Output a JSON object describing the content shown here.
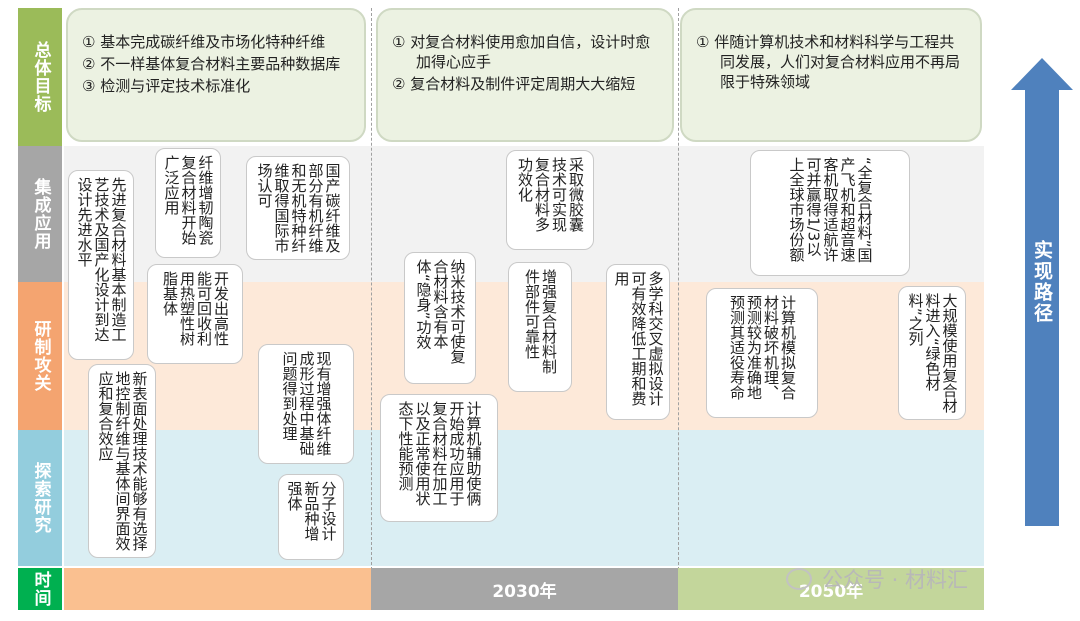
{
  "row_labels": {
    "goals": "总体目标",
    "applications": "集成应用",
    "research": "研制攻关",
    "exploration": "探索研究",
    "time": "时间"
  },
  "goals": {
    "g1": [
      "① 基本完成碳纤维及市场化特种纤维",
      "② 不一样基体复合材料主要品种数据库",
      "③ 检测与评定技术标准化"
    ],
    "g2": [
      "① 对复合材料使用愈加自信，设计时愈加得心应手",
      "② 复合材料及制件评定周期大大缩短"
    ],
    "g3": [
      "① 伴随计算机技术和材料科学与工程共同发展，人们对复合材料应用不再局限于特殊领域"
    ]
  },
  "items": {
    "app_a": "先进复合材料基本制造工艺技术及国产化设计到达设计先进水平",
    "app_b": "纤维增韧陶瓷复合材料开始广泛应用",
    "app_c": "国产碳纤维及部分有机纤维和无机特种纤维取得国际市场认可",
    "app_d": "采取微胶囊技术可实现复合材料多功效化",
    "app_e": "“全复合材料”国产飞机和超音速客机取得适航许可并赢得1/3以上全球市场份额",
    "res_a": "开发出高性能可回收利用热塑性树脂基体",
    "res_b": "现有增强体纤维成形过程中基础问题得到处理",
    "res_c": "纳米技术可使复合材料含有本体“隐身”功效",
    "res_d": "增强复合材料制件部件可靠性",
    "res_e": "多学科交叉虚拟设计可有效降低工期和费用",
    "res_f": "计算机模拟复合材料破坏机理、预测较为准确地预测其适役寿命",
    "res_g": "大规模使用复合材料进入“绿色材料”之列",
    "exp_a": "新表面处理技术能够有选择地控制纤维与基体间界面效应和复合效应",
    "exp_b": "分子设计新品种增强体",
    "exp_c": "计算机辅助使俩开始成功应用于复合材料在加工以及正常使用状态下性能预测"
  },
  "timeline": {
    "mid": "2030年",
    "end": "2050年"
  },
  "arrow_label": "实现路径",
  "watermark": "公众号 · 材料汇",
  "colors": {
    "label_goals": "#9bbb59",
    "label_app": "#a6a6a6",
    "label_research": "#f4a470",
    "label_explore": "#93cddd",
    "label_time": "#00b050",
    "band_app": "#f2f2f2",
    "band_research": "#fde9d9",
    "band_explore": "#daeef3",
    "time_1": "#fac090",
    "time_2": "#a6a6a6",
    "time_3": "#c3d69b",
    "arrow": "#4f81bd"
  }
}
